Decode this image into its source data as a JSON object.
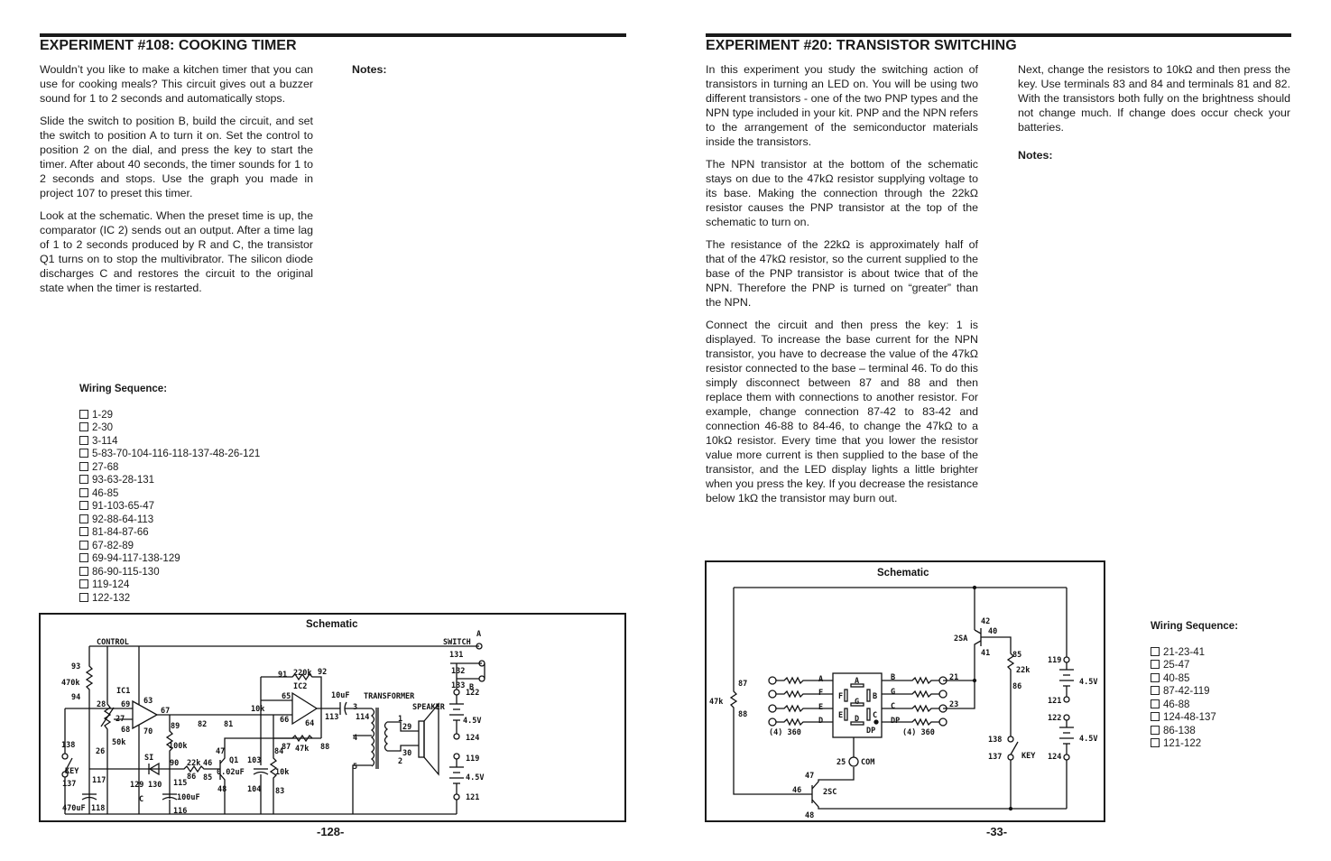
{
  "left_page": {
    "title": "EXPERIMENT #108:  COOKING TIMER",
    "paragraphs": [
      "Wouldn’t you like to make a kitchen timer that you can use for cooking meals? This circuit gives out a buzzer sound for 1 to 2 seconds and automatically stops.",
      "Slide the switch to position B, build the circuit, and set the switch to position A to turn it on. Set the control to position 2 on the dial, and press the key to start the timer. After about 40 seconds, the timer sounds for 1 to 2 seconds and stops. Use the graph you made in project 107 to preset this timer.",
      "Look at the schematic. When the preset time is up, the comparator (IC 2) sends out an output. After a time lag of 1 to 2 seconds produced by R and C, the transistor Q1 turns on to stop the multivibrator. The silicon diode discharges C and restores the circuit to the original state when the timer is restarted."
    ],
    "notes_label": "Notes:",
    "wiring_title": "Wiring Sequence:",
    "wiring": [
      "1-29",
      "2-30",
      "3-114",
      "5-83-70-104-116-118-137-48-26-121",
      "27-68",
      "93-63-28-131",
      "46-85",
      "91-103-65-47",
      "92-88-64-113",
      "81-84-87-66",
      "67-82-89",
      "69-94-117-138-129",
      "86-90-115-130",
      "119-124",
      "122-132"
    ],
    "schematic": {
      "title": "Schematic",
      "labels": [
        "CONTROL",
        "SWITCH",
        "A",
        "131",
        "132",
        "133",
        "B",
        "93",
        "470k",
        "94",
        "IC1",
        "28",
        "69",
        "63",
        "27",
        "68",
        "70",
        "50k",
        "26",
        "138",
        "KEY",
        "137",
        "117",
        "470uF",
        "118",
        "67",
        "89",
        "100k",
        "10k",
        "82",
        "81",
        "SI",
        "129",
        "130",
        "90",
        "22k",
        "46",
        "86",
        "85",
        "115",
        "C",
        "100uF",
        "116",
        "47",
        "Q1",
        "0.02uF",
        "48",
        "103",
        "104",
        "84",
        "10k",
        "83",
        "91",
        "220k",
        "92",
        "IC2",
        "65",
        "66",
        "64",
        "87",
        "47k",
        "88",
        "10uF",
        "113",
        "3",
        "114",
        "4",
        "5",
        "TRANSFORMER",
        "1",
        "29",
        "2",
        "30",
        "SPEAKER",
        "122",
        "4.5V",
        "124",
        "119",
        "4.5V",
        "121"
      ]
    },
    "page_number": "-128-"
  },
  "right_page": {
    "title": "EXPERIMENT #20:  TRANSISTOR SWITCHING",
    "col1": [
      "In this experiment you study the switching action of transistors in turning an LED on.  You will be using two different transistors - one of the two PNP types and the NPN type included in your kit. PNP and the NPN refers to the arrangement of the semiconductor materials inside the transistors.",
      "The NPN transistor at the bottom of the schematic stays on due to the 47kΩ resistor supplying voltage to its base.  Making the connection through the 22kΩ resistor causes the PNP transistor at the top of the schematic to turn on.",
      "The resistance of the 22kΩ is approximately half of that of the 47kΩ resistor, so the current supplied to the base of the PNP transistor is about twice that of the NPN. Therefore the PNP is turned on “greater” than the NPN.",
      "Connect the circuit and then press the key: 1 is displayed. To increase the base current for the NPN transistor, you have to decrease the value of the 47kΩ resistor connected to the base – terminal 46. To do this simply disconnect between 87 and 88 and then replace them with connections to another resistor. For example, change connection 87-42 to 83-42 and connection 46-88 to 84-46, to change the 47kΩ to a 10kΩ resistor. Every time that you lower the resistor value more current is then supplied to the base of the transistor, and the LED display lights a little brighter when you press the key. If you decrease the resistance below 1kΩ the transistor may burn out."
    ],
    "col2": [
      "Next, change the resistors to 10kΩ and then press the key. Use terminals 83 and 84 and terminals 81 and 82. With the transistors both fully on the brightness should not change much. If change does occur check your batteries."
    ],
    "notes_label": "Notes:",
    "wiring_title": "Wiring Sequence:",
    "wiring": [
      "21-23-41",
      "25-47",
      "40-85",
      "87-42-119",
      "46-88",
      "124-48-137",
      "86-138",
      "121-122"
    ],
    "schematic": {
      "title": "Schematic",
      "labels": [
        "47k",
        "87",
        "88",
        "A",
        "F",
        "E",
        "D",
        "(4)  360",
        "A",
        "G",
        "D",
        "F",
        "E",
        "B",
        "C",
        "DP",
        "B",
        "G",
        "C",
        "DP",
        "21",
        "23",
        "(4)  360",
        "25",
        "COM",
        "47",
        "46",
        "2SC",
        "48",
        "42",
        "40",
        "2SA",
        "41",
        "85",
        "22k",
        "86",
        "138",
        "137",
        "KEY",
        "119",
        "121",
        "122",
        "124",
        "4.5V",
        "4.5V"
      ]
    },
    "page_number": "-33-"
  }
}
